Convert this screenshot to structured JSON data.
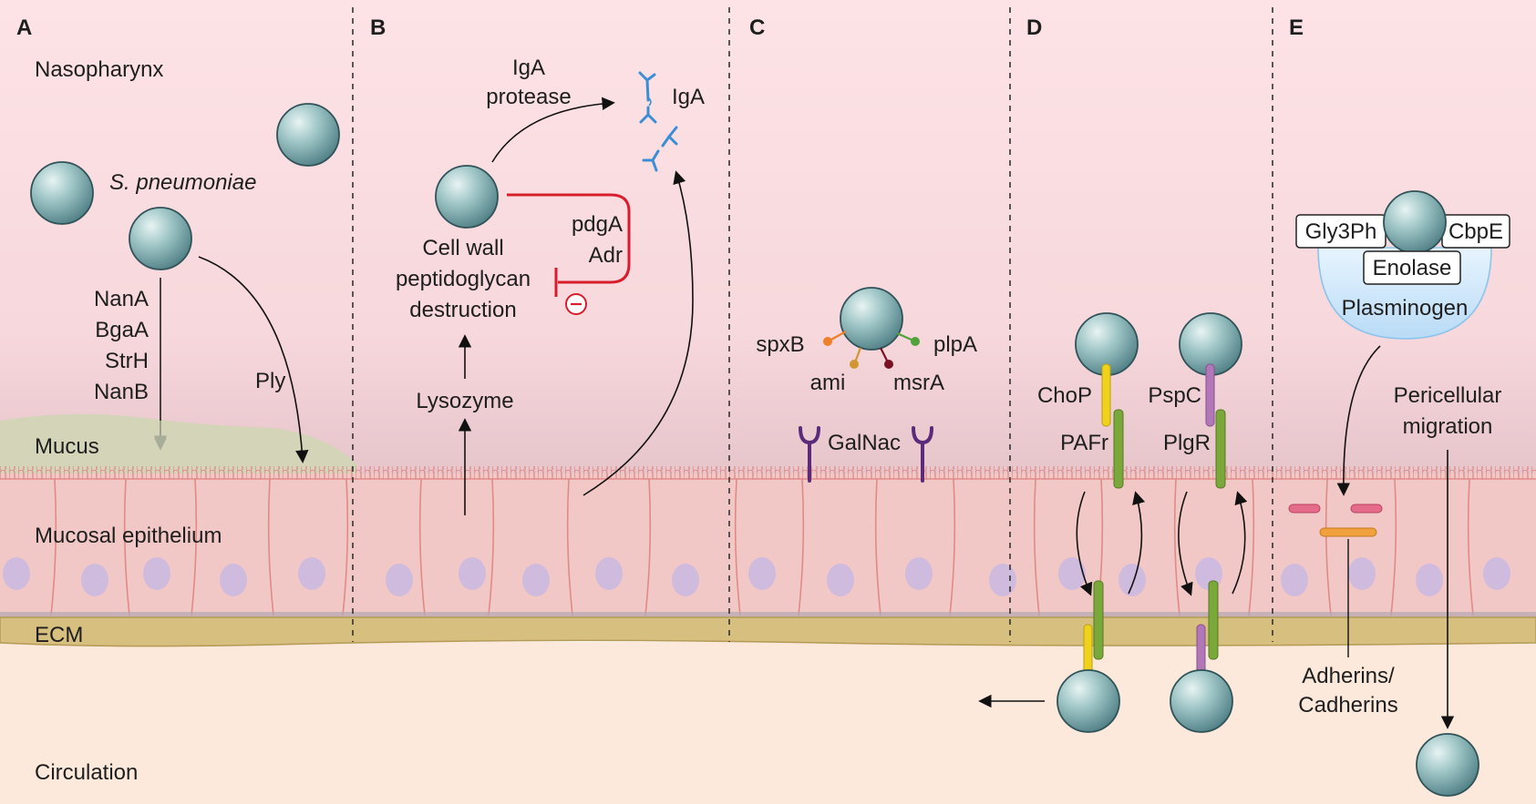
{
  "panels": [
    "A",
    "B",
    "C",
    "D",
    "E"
  ],
  "regions": {
    "nasopharynx": "Nasopharynx",
    "mucus": "Mucus",
    "epithelium": "Mucosal epithelium",
    "ecm": "ECM",
    "circulation": "Circulation"
  },
  "panel_a": {
    "species": "S. pneumoniae",
    "enzymes": [
      "NanA",
      "BgaA",
      "StrH",
      "NanB"
    ],
    "toxin": "Ply"
  },
  "panel_b": {
    "iga_protease": [
      "IgA",
      "protease"
    ],
    "iga": "IgA",
    "inhibitors": [
      "pdgA",
      "Adr"
    ],
    "destruction": [
      "Cell wall",
      "peptidoglycan",
      "destruction"
    ],
    "inhibit_symbol": "⊖",
    "lysozyme": "Lysozyme"
  },
  "panel_c": {
    "genes": {
      "spxB": "spxB",
      "plpA": "plpA",
      "ami": "ami",
      "msrA": "msrA"
    },
    "receptor": "GalNac"
  },
  "panel_d": {
    "chop": "ChoP",
    "pafr": "PAFr",
    "pspc": "PspC",
    "pigr": "PlgR"
  },
  "panel_e": {
    "gly3ph": "Gly3Ph",
    "cbpe": "CbpE",
    "enolase": "Enolase",
    "plasminogen": "Plasminogen",
    "migration": [
      "Pericellular",
      "migration"
    ],
    "adherins": [
      "Adherins/",
      "Cadherins"
    ]
  },
  "colors": {
    "nasopharynx_top": "#fde3e6",
    "mucus": "#d4d4b8",
    "epithelium": "#f2c8c6",
    "cell_border": "#e08a86",
    "nucleus": "#c9b9e3",
    "ecm": "#d7bf80",
    "circulation": "#fde9dc",
    "bacterium": "#6f9ea3",
    "red_inhibit": "#d81e2c",
    "iga_blue": "#3b8ed6",
    "receptor_purple": "#5b2a7a",
    "chop_yellow": "#f0d21c",
    "receptor_green": "#7aa83a",
    "pspc_purple": "#b277b8",
    "plasminogen_blue": "#cfe6fa",
    "adherin_pink": "#e56b8b",
    "adherin_orange": "#f0a03c"
  }
}
